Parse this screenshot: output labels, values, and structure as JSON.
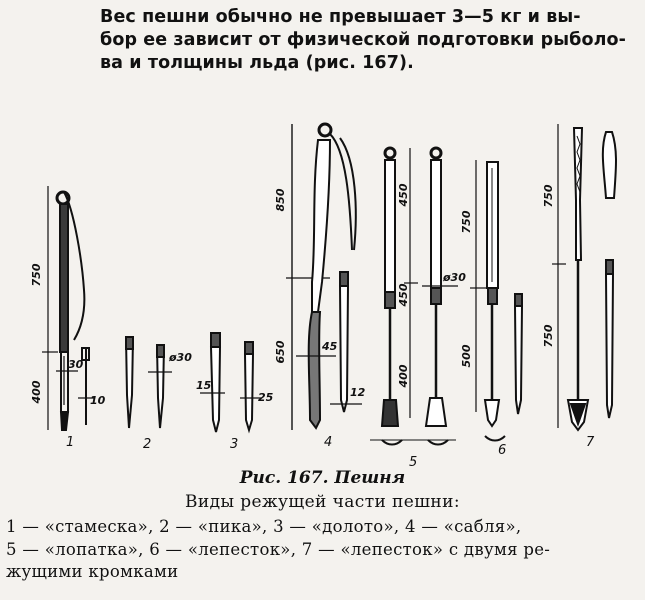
{
  "intro_lines": [
    "Вес пешни обычно не превышает 3—5 кг и вы-",
    "бор ее зависит от физической подготовки рыболо-",
    "ва и толщины льда (рис. 167)."
  ],
  "figure": {
    "dims": {
      "t1_handle": "750",
      "t1_blade": "400",
      "t1_w30": "30",
      "t1_w10": "10",
      "t2_d30": "ø30",
      "t3_w15": "15",
      "t3_w25": "25",
      "t4_handle": "850",
      "t4_blade": "650",
      "t4_w45": "45",
      "t4_w12": "12",
      "t5a_top": "450",
      "t5a_mid": "450",
      "t5a_low": "400",
      "t5b_d30": "ø30",
      "t6_top": "750",
      "t6_low": "500",
      "t7_top": "750",
      "t7_low": "750"
    },
    "numbers": {
      "n1": "1",
      "n2": "2",
      "n3": "3",
      "n4": "4",
      "n5": "5",
      "n6": "6",
      "n7": "7"
    }
  },
  "caption": "Рис. 167. Пешня",
  "subtitle": "Виды режущей части пешни:",
  "legend_lines": [
    "1 — «стамеска», 2 — «пика», 3 — «долото», 4 — «сабля»,",
    "5 — «лопатка», 6 — «лепесток», 7 — «лепесток» с двумя ре-",
    "жущими кромками"
  ]
}
